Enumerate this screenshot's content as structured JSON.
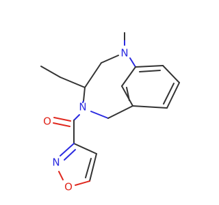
{
  "colors": {
    "bond": "#333333",
    "nitrogen": "#2a2ae0",
    "oxygen": "#e0281e"
  },
  "atoms": {
    "n_methyl": "N",
    "n_amide": "N",
    "o_carbonyl": "O",
    "n_isoxazole": "N",
    "o_isoxazole": "O"
  }
}
